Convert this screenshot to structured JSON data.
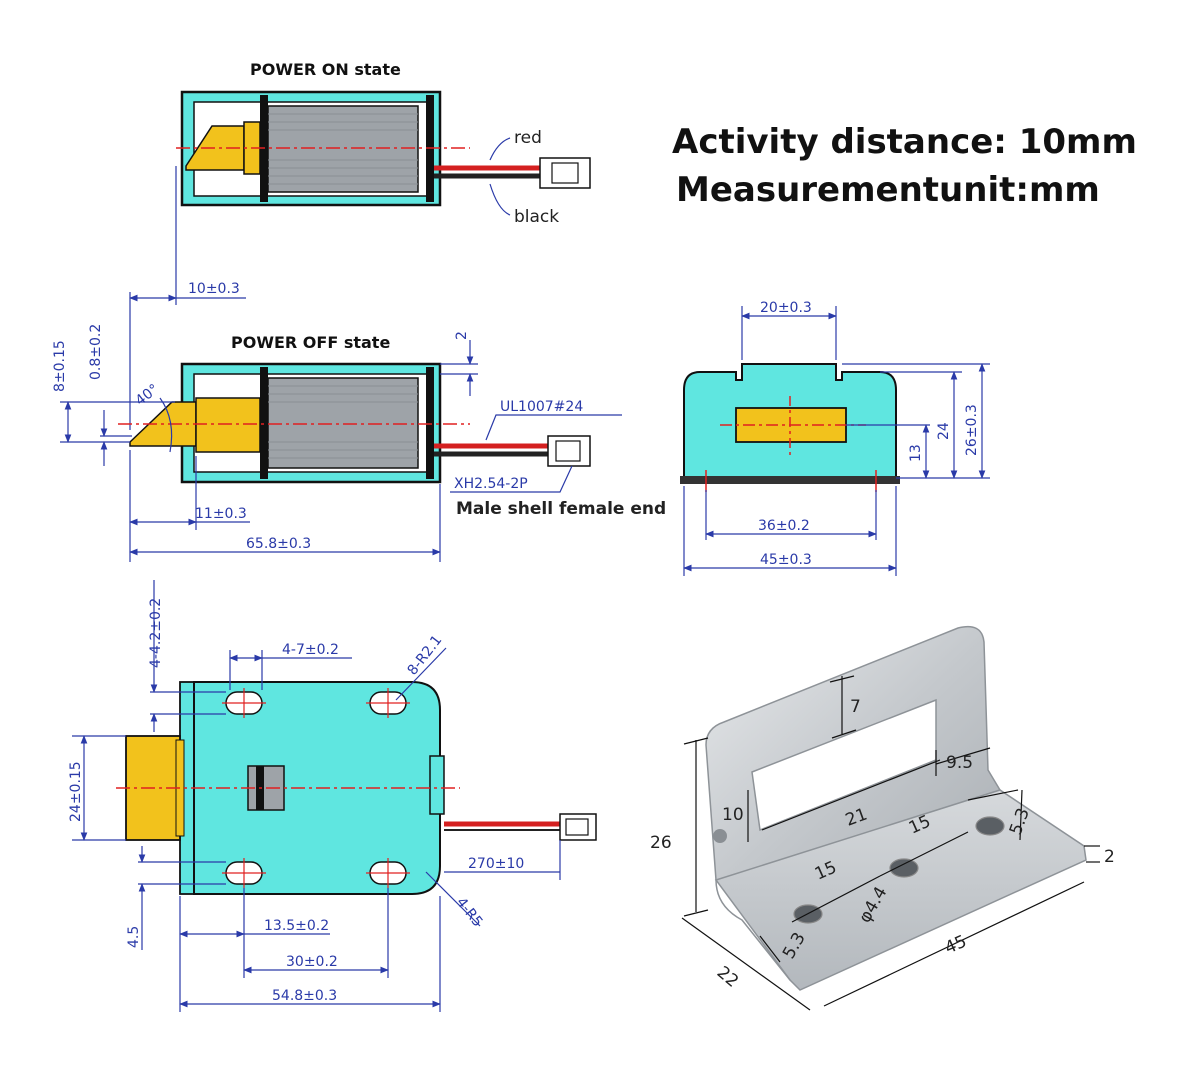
{
  "headline": {
    "line1": "Activity distance: 10mm",
    "line2": "Measurementunit:mm"
  },
  "side_on": {
    "title": "POWER ON state",
    "wire_red": "red",
    "wire_black": "black"
  },
  "side_off": {
    "title": "POWER OFF state",
    "stroke_dim": "10±0.3",
    "height_dim": "8±0.15",
    "tip_dim": "0.8±0.2",
    "angle": "40°",
    "wall_dim": "2",
    "wire_spec": "UL1007#24",
    "connector": "XH2.54-2P",
    "connector_note": "Male shell female end",
    "plunger_dim": "11±0.3",
    "length_dim": "65.8±0.3"
  },
  "end_view": {
    "top_dim": "20±0.3",
    "h_26": "26±0.3",
    "h_24": "24",
    "h_13": "13",
    "w_36": "36±0.2",
    "w_45": "45±0.3"
  },
  "top_view": {
    "holes_dim": "4-4.2±0.2",
    "slot_dim": "4-7±0.2",
    "radius_small": "8-R2.1",
    "width_dim": "24±0.15",
    "edge_dim": "4.5",
    "wire_len": "270±10",
    "corner_r": "4-R5",
    "d_135": "13.5±0.2",
    "d_30": "30±0.2",
    "d_548": "54.8±0.3"
  },
  "bracket": {
    "d7": "7",
    "d95": "9.5",
    "d10": "10",
    "d21": "21",
    "d15a": "15",
    "d53a": "5.3",
    "d26": "26",
    "d15b": "15",
    "d44": "φ4.4",
    "d53b": "5.3",
    "d2": "2",
    "d22": "22",
    "d45": "45"
  },
  "colors": {
    "body": "#5fe6e0",
    "yellow": "#f2c21c",
    "coil": "#9ea3a8",
    "dim": "#2a3aa8",
    "center": "#e02020",
    "wire_red": "#d42020"
  }
}
